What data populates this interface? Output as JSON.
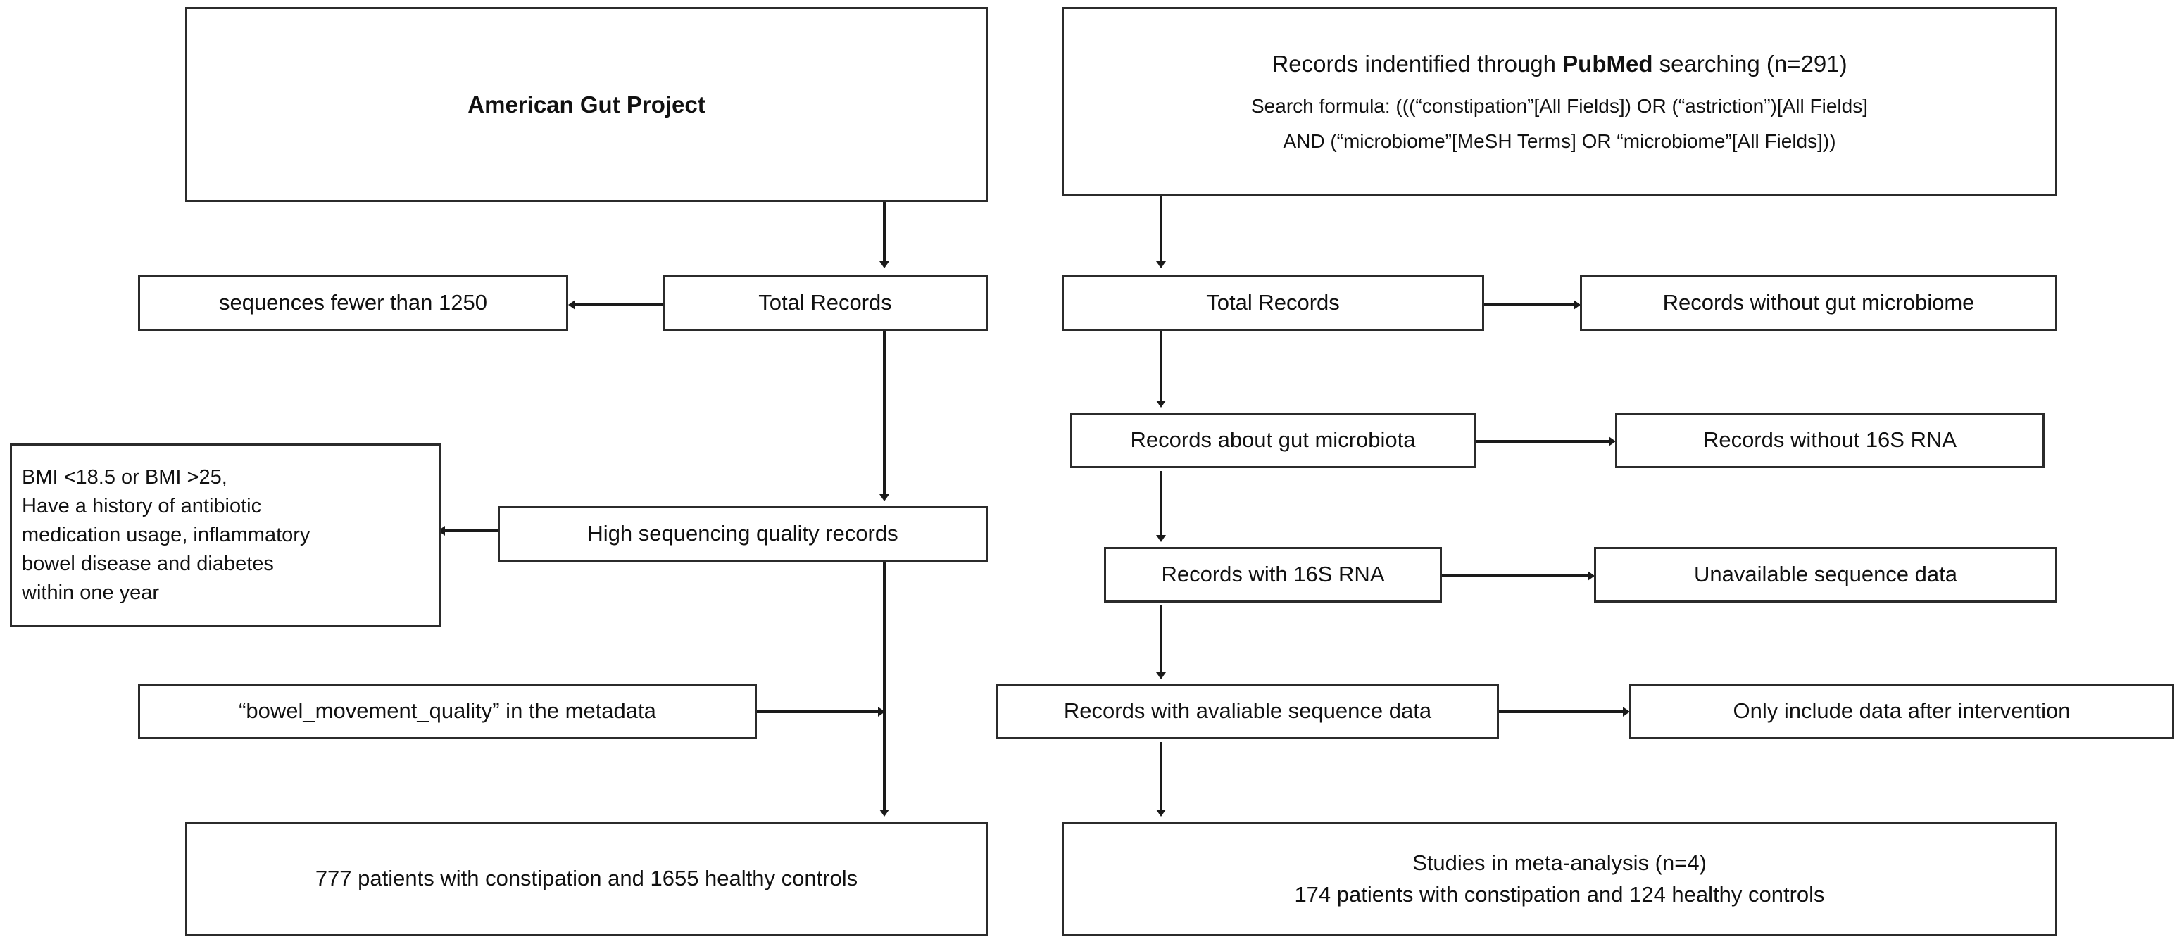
{
  "diagram": {
    "title": "PRISMA-style study selection flowchart",
    "stroke_color": "#2b2b2b",
    "background_color": "#ffffff"
  },
  "left_column": {
    "source_box": {
      "label": "American Gut Project"
    },
    "total_records": {
      "label": "Total Records"
    },
    "exclusion_sequences": {
      "label": "sequences fewer than 1250"
    },
    "high_quality": {
      "label": "High sequencing quality records"
    },
    "exclusion_criteria": {
      "line1": "BMI <18.5 or BMI >25,",
      "line2": "Have a history of antibiotic",
      "line3": "medication usage, inflammatory",
      "line4": "bowel disease and diabetes",
      "line5": "within one year"
    },
    "metadata_filter": {
      "label": "“bowel_movement_quality” in the metadata"
    },
    "result": {
      "label": "777 patients with constipation and 1655 healthy controls"
    }
  },
  "right_column": {
    "identification": {
      "line1_a": "Records indentified through ",
      "line1_bold": "PubMed",
      "line1_b": " searching (n=291)",
      "line2": "Search formula: (((“constipation”[All Fields]) OR (“astriction”)[All Fields]",
      "line3": "AND (“microbiome”[MeSH Terms] OR “microbiome”[All Fields]))"
    },
    "total_records": {
      "label": "Total Records"
    },
    "excl_no_gut_microbiome": {
      "label": "Records without gut microbiome"
    },
    "about_gut_microbiota": {
      "label": "Records about gut microbiota"
    },
    "excl_no_16s": {
      "label": "Records without 16S RNA"
    },
    "with_16s": {
      "label": "Records with 16S RNA"
    },
    "excl_unavailable": {
      "label": "Unavailable sequence data"
    },
    "with_available_data": {
      "label": "Records with avaliable sequence data"
    },
    "excl_after_intervention": {
      "label": "Only include data after intervention"
    },
    "result": {
      "line1": "Studies in meta-analysis (n=4)",
      "line2": "174 patients with constipation and 124 healthy controls"
    }
  }
}
